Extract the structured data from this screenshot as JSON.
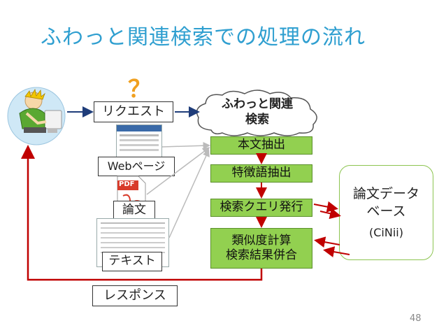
{
  "title": "ふわっと関連検索での処理の流れ",
  "question_mark": "？",
  "request_label": "リクエスト",
  "response_label": "レスポンス",
  "cloud_label": "ふわっと関連\n検索",
  "steps": [
    "本文抽出",
    "特徴語抽出",
    "検索クエリ発行",
    "類似度計算\n検索結果併合"
  ],
  "inputs": {
    "web": "Webページ",
    "paper": "論文",
    "text": "テキスト",
    "pdf_icon": "PDF"
  },
  "database": {
    "name": "論文データ\nベース",
    "sub": "(CiNii)"
  },
  "page_number": "48",
  "colors": {
    "title": "#2f9fd0",
    "step_fill": "#92d050",
    "arrow_red": "#c00000",
    "arrow_blue": "#1f3d7a",
    "question": "#f0a020"
  },
  "icons": {
    "user": "user-at-computer-icon",
    "pdf": "pdf-file-icon"
  }
}
